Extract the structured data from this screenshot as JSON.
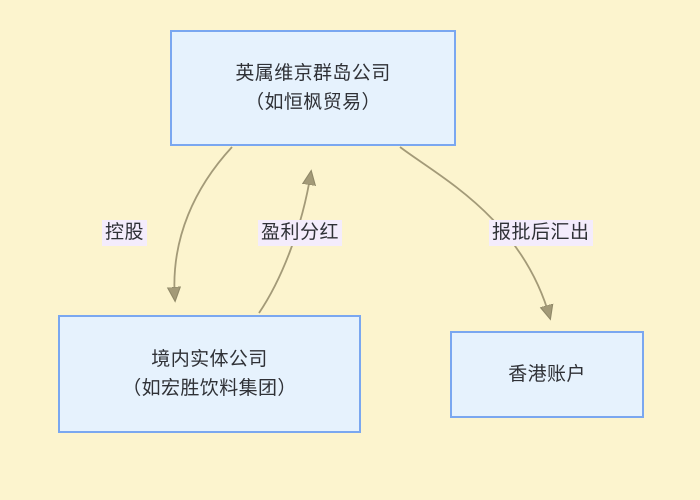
{
  "diagram": {
    "type": "flowchart",
    "background_color": "#fcf4ce",
    "node_fill_color": "#e6f2fd",
    "node_border_color": "#7aa7f0",
    "edge_color": "#a39a78",
    "label_background_color": "#f4ecfc",
    "text_color": "#2f3136",
    "nodes": [
      {
        "id": "bvi",
        "name": "bvi-company-node",
        "lines": [
          "英属维京群岛公司",
          "（如恒枫贸易）"
        ]
      },
      {
        "id": "domestic",
        "name": "domestic-entity-node",
        "lines": [
          "境内实体公司",
          "（如宏胜饮料集团）"
        ]
      },
      {
        "id": "hk",
        "name": "hong-kong-account-node",
        "lines": [
          "香港账户"
        ]
      }
    ],
    "edges": [
      {
        "id": "holding",
        "from": "bvi",
        "to": "domestic",
        "label": "控股",
        "direction": "down"
      },
      {
        "id": "dividend",
        "from": "domestic",
        "to": "bvi",
        "label": "盈利分红",
        "direction": "up"
      },
      {
        "id": "remit",
        "from": "bvi",
        "to": "hk",
        "label": "报批后汇出",
        "direction": "down"
      }
    ]
  }
}
